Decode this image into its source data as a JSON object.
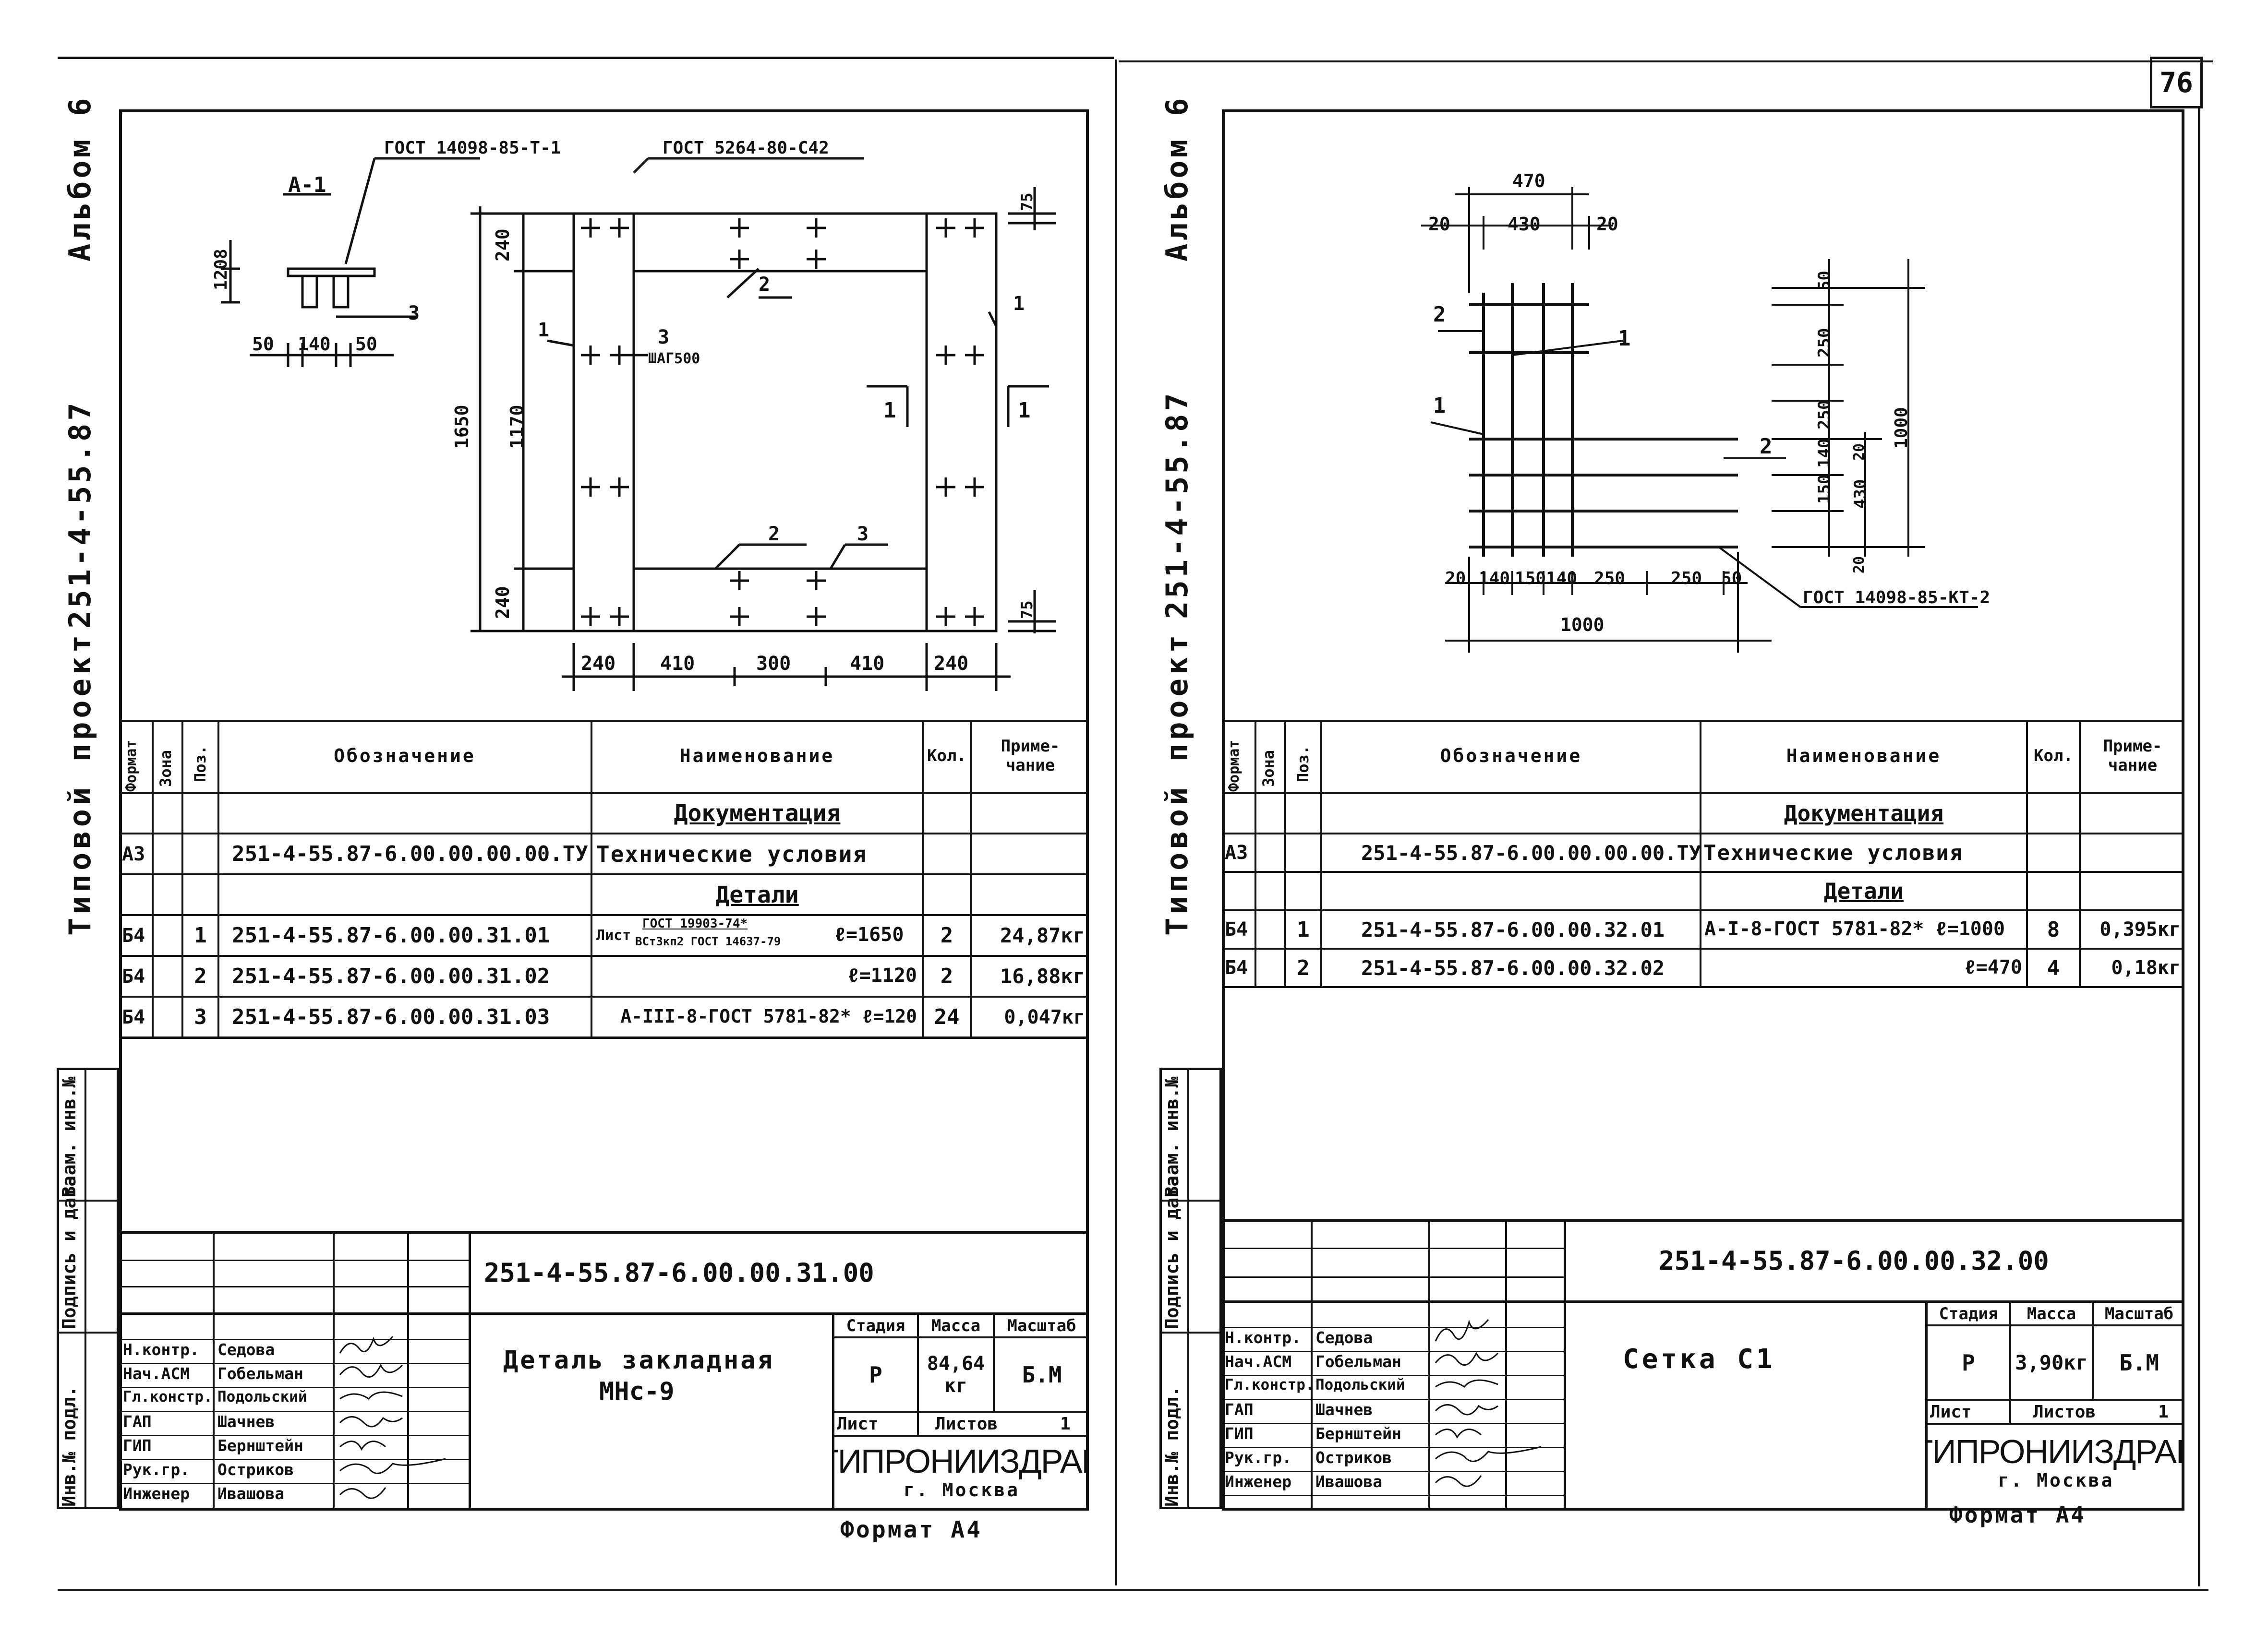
{
  "page_number": "76",
  "left": {
    "side": {
      "album": "Альбом 6",
      "code": "251-4-55.87",
      "project": "Типовой проект"
    },
    "stamp_side": {
      "inv": "Инв.№ подл.",
      "sign": "Подпись и дата",
      "vzam": "Взам. инв.№"
    },
    "drawing": {
      "section_label": "А-1",
      "weld1": "ГОСТ 14098-85-Т-1",
      "weld2": "ГОСТ 5264-80-С42",
      "pitch": "ШАГ500",
      "dims": {
        "d120": "120",
        "d8": "8",
        "d50a": "50",
        "d140": "140",
        "d50b": "50",
        "d240top": "240",
        "d1170": "1170",
        "d1650": "1650",
        "d240bot": "240",
        "d75a": "75",
        "d75b": "75",
        "b240a": "240",
        "b410a": "410",
        "b300": "300",
        "b410b": "410",
        "b240b": "240"
      },
      "labels": {
        "p1a": "1",
        "p1b": "1",
        "p2a": "2",
        "p2b": "2",
        "p3a": "3",
        "p3b": "3",
        "p3c": "3",
        "sec1": "1",
        "sec2": "1"
      }
    },
    "spec": {
      "headers": {
        "format": "Формат",
        "zone": "Зона",
        "pos": "Поз.",
        "designation": "Обозначение",
        "name": "Наименование",
        "qty": "Кол.",
        "note": "Приме- чание"
      },
      "section_docs": "Документация",
      "section_parts": "Детали",
      "doc_row": {
        "format": "А3",
        "designation": "251-4-55.87-6.00.00.00.00.ТУ",
        "name": "Технические условия"
      },
      "rows": [
        {
          "format": "Б4",
          "pos": "1",
          "designation": "251-4-55.87-6.00.00.31.01",
          "name_prefix": "Лист",
          "name_top": "ГОСТ 19903-74*",
          "name_bottom": "ВСт3кп2 ГОСТ 14637-79",
          "name_len": "ℓ=1650",
          "qty": "2",
          "note": "24,87кг"
        },
        {
          "format": "Б4",
          "pos": "2",
          "designation": "251-4-55.87-6.00.00.31.02",
          "name": "ℓ=1120",
          "qty": "2",
          "note": "16,88кг"
        },
        {
          "format": "Б4",
          "pos": "3",
          "designation": "251-4-55.87-6.00.00.31.03",
          "name": "А-III-8-ГОСТ 5781-82* ℓ=120",
          "qty": "24",
          "note": "0,047кг"
        }
      ]
    },
    "title_block": {
      "code": "251-4-55.87-6.00.00.31.00",
      "title_line1": "Деталь закладная",
      "title_line2": "МНс-9",
      "stage_h": "Стадия",
      "mass_h": "Масса",
      "scale_h": "Масштаб",
      "stage": "Р",
      "mass": "84,64 кг",
      "scale": "Б.М",
      "sheet_h": "Лист",
      "sheets_h": "Листов",
      "sheets": "1",
      "org": "ГИПРОНИИЗДРАВ",
      "city": "г. Москва",
      "roles": [
        "Н.контр.",
        "Нач.АСМ",
        "Гл.констр.",
        "ГАП",
        "ГИП",
        "Рук.гр.",
        "Инженер"
      ],
      "names": [
        "Седова",
        "Гобельман",
        "Подольский",
        "Шачнев",
        "Бернштейн",
        "Остриков",
        "Ивашова"
      ],
      "format": "Формат А4"
    }
  },
  "right": {
    "side": {
      "album": "Альбом 6",
      "code": "251-4-55.87",
      "project": "Типовой проект"
    },
    "stamp_side": {
      "inv": "Инв.№ подл.",
      "sign": "Подпись и дата",
      "vzam": "Взам. инв.№"
    },
    "drawing": {
      "weld": "ГОСТ 14098-85-КТ-2",
      "dims": {
        "d470": "470",
        "d20a": "20",
        "d430": "430",
        "d20b": "20",
        "v50": "50",
        "v250a": "250",
        "v250b": "250",
        "v20a": "20",
        "v140": "140",
        "v150": "150",
        "v430": "430",
        "v1000": "1000",
        "v20b": "20",
        "b20": "20",
        "b140a": "140",
        "b150": "150",
        "b140b": "140",
        "b250a": "250",
        "b250b": "250",
        "b50": "50",
        "b1000": "1000"
      },
      "labels": {
        "p2a": "2",
        "p1a": "1",
        "p1b": "1",
        "p2b": "2"
      }
    },
    "spec": {
      "headers": {
        "format": "Формат",
        "zone": "Зона",
        "pos": "Поз.",
        "designation": "Обозначение",
        "name": "Наименование",
        "qty": "Кол.",
        "note": "Приме- чание"
      },
      "section_docs": "Документация",
      "section_parts": "Детали",
      "doc_row": {
        "format": "А3",
        "designation": "251-4-55.87-6.00.00.00.00.ТУ",
        "name": "Технические условия"
      },
      "rows": [
        {
          "format": "Б4",
          "pos": "1",
          "designation": "251-4-55.87-6.00.00.32.01",
          "name": "А-I-8-ГОСТ 5781-82* ℓ=1000",
          "qty": "8",
          "note": "0,395кг"
        },
        {
          "format": "Б4",
          "pos": "2",
          "designation": "251-4-55.87-6.00.00.32.02",
          "name": "ℓ=470",
          "qty": "4",
          "note": "0,18кг"
        }
      ]
    },
    "title_block": {
      "code": "251-4-55.87-6.00.00.32.00",
      "title_line1": "Сетка С1",
      "stage_h": "Стадия",
      "mass_h": "Масса",
      "scale_h": "Масштаб",
      "stage": "Р",
      "mass": "3,90кг",
      "scale": "Б.М",
      "sheet_h": "Лист",
      "sheets_h": "Листов",
      "sheets": "1",
      "org": "ГИПРОНИИЗДРАВ",
      "city": "г. Москва",
      "roles": [
        "Н.контр.",
        "Нач.АСМ",
        "Гл.констр.",
        "ГАП",
        "ГИП",
        "Рук.гр.",
        "Инженер"
      ],
      "names": [
        "Седова",
        "Гобельман",
        "Подольский",
        "Шачнев",
        "Бернштейн",
        "Остриков",
        "Ивашова"
      ],
      "format": "Формат А4"
    }
  }
}
